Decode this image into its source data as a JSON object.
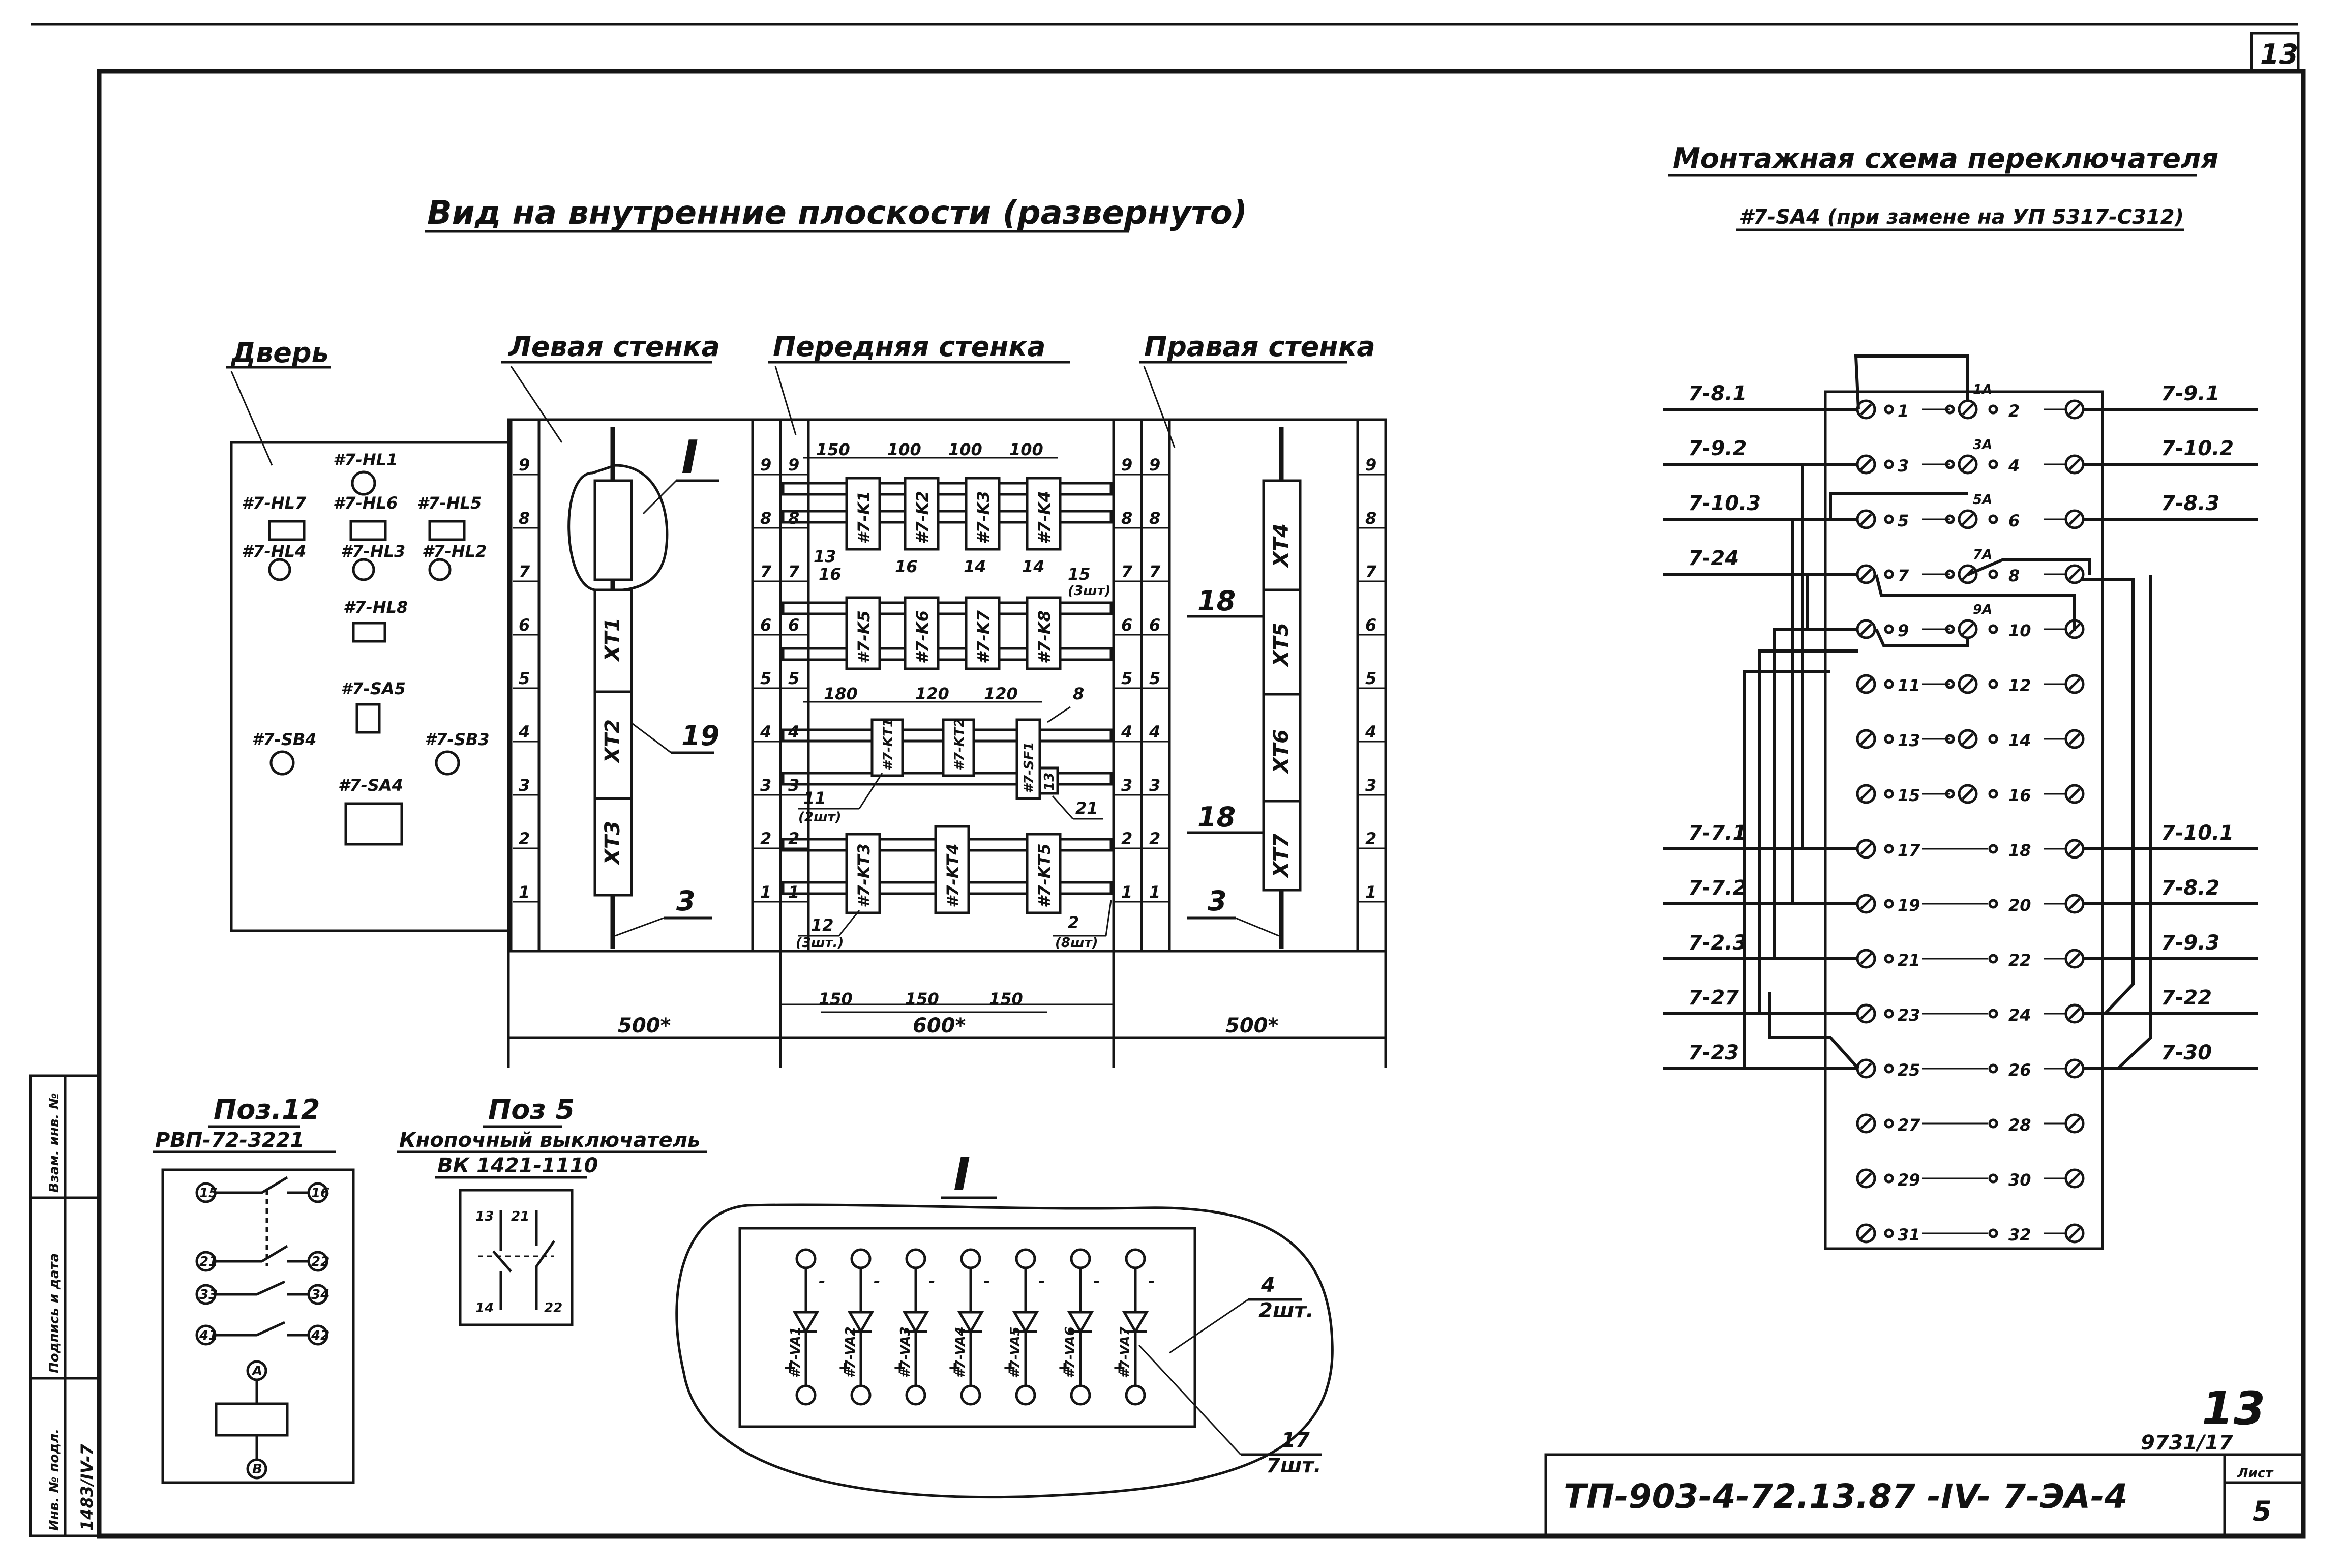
{
  "sheet": {
    "corner_number": "13",
    "document_code": "ТП-903-4-72.13.87 -IV- 7-ЭА-4",
    "page_number": "13",
    "archive_number": "9731/17",
    "list_label": "Лист",
    "list_number": "5",
    "side_stamp": {
      "inv_label": "Инв. № подл.",
      "inv_value": "1483/IV-7",
      "sign_label": "Подпись и дата",
      "vzam_label": "Взам. инв. №"
    }
  },
  "main_view": {
    "title": "Вид на внутренние плоскости (развернуто)",
    "panels": {
      "door": "Дверь",
      "left_wall": "Левая стенка",
      "front_wall": "Передняя стенка",
      "right_wall": "Правая стенка"
    },
    "door_devices": [
      {
        "id": "lamp-hl1",
        "label": "#7-HL1"
      },
      {
        "id": "lamp-hl7",
        "label": "#7-HL7"
      },
      {
        "id": "lamp-hl6",
        "label": "#7-HL6"
      },
      {
        "id": "lamp-hl5",
        "label": "#7-HL5"
      },
      {
        "id": "lamp-hl4",
        "label": "#7-HL4"
      },
      {
        "id": "lamp-hl3",
        "label": "#7-HL3"
      },
      {
        "id": "lamp-hl2",
        "label": "#7-HL2"
      },
      {
        "id": "lamp-hl8",
        "label": "#7-HL8"
      },
      {
        "id": "switch-sa5",
        "label": "#7-SA5"
      },
      {
        "id": "switch-sb4",
        "label": "#7-SB4"
      },
      {
        "id": "switch-sb3",
        "label": "#7-SB3"
      },
      {
        "id": "switch-sa4",
        "label": "#7-SA4"
      }
    ],
    "scale_marks": [
      "9",
      "8",
      "7",
      "6",
      "5",
      "4",
      "3",
      "2",
      "1"
    ],
    "left_wall_items": {
      "detail_mark": "I",
      "blocks": [
        "XT1",
        "XT2",
        "XT3"
      ],
      "pos_19": "19",
      "pos_3": "3"
    },
    "right_wall_items": {
      "blocks": [
        "XT4",
        "XT5",
        "XT6",
        "XT7"
      ],
      "pos_18a": "18",
      "pos_18b": "18",
      "pos_3": "3"
    },
    "front_relays": {
      "row1": [
        "#7-K1",
        "#7-K2",
        "#7-K3",
        "#7-K4"
      ],
      "row2": [
        "#7-K5",
        "#7-K6",
        "#7-K7",
        "#7-K8"
      ],
      "row3": [
        "#7-KT1",
        "#7-KT2",
        "#7-SF1"
      ],
      "row3_extra": "13",
      "row4": [
        "#7-KT3",
        "#7-KT4",
        "#7-KT5"
      ]
    },
    "front_dims": {
      "top": [
        "150",
        "100",
        "100",
        "100"
      ],
      "mid": [
        "180",
        "120",
        "120"
      ],
      "bottom": [
        "150",
        "150",
        "150"
      ]
    },
    "front_pos": {
      "p13": "13",
      "p16a": "16",
      "p16b": "16",
      "p14a": "14",
      "p14b": "14",
      "p15": "15",
      "p15_qty": "(3шт)",
      "p8": "8",
      "p11": "11",
      "p11_qty": "(2шт)",
      "p21": "21",
      "p12": "12",
      "p12_qty": "(3шт.)",
      "p2": "2",
      "p2_qty": "(8шт)"
    },
    "overall_dims": [
      "500*",
      "600*",
      "500*"
    ]
  },
  "pos12": {
    "title": "Поз.12",
    "subtitle": "РВП-72-3221",
    "contacts": [
      "15",
      "16",
      "21",
      "22",
      "33",
      "34",
      "41",
      "42"
    ],
    "coil": [
      "A",
      "B"
    ]
  },
  "pos5": {
    "title": "Поз 5",
    "subtitle": "Кнопочный выключатель",
    "model": "ВК 1421-1110",
    "terms": [
      "13",
      "21",
      "14",
      "22"
    ]
  },
  "detail_I": {
    "mark": "I",
    "diodes": [
      "#7-VA1",
      "#7-VA2",
      "#7-VA3",
      "#7-VA4",
      "#7-VA5",
      "#7-VA6",
      "#7-VA7"
    ],
    "plus": "+",
    "minus": "-",
    "pos4": "4",
    "pos4_qty": "2шт.",
    "pos17": "17",
    "pos17_qty": "7шт."
  },
  "wiring": {
    "title": "Монтажная схема переключателя",
    "subtitle": "#7-SA4 (при замене на УП 5317-С312)",
    "jumpers": [
      "1А",
      "3А",
      "5А",
      "7А",
      "9А"
    ],
    "terminals_left": [
      "1",
      "3",
      "5",
      "7",
      "9",
      "11",
      "13",
      "15",
      "17",
      "19",
      "21",
      "23",
      "25",
      "27",
      "29",
      "31"
    ],
    "terminals_right": [
      "2",
      "4",
      "6",
      "8",
      "10",
      "12",
      "14",
      "16",
      "18",
      "20",
      "22",
      "24",
      "26",
      "28",
      "30",
      "32"
    ],
    "wires_left": [
      "7-8.1",
      "7-9.2",
      "7-10.3",
      "7-24",
      "7-7.1",
      "7-7.2",
      "7-2.3",
      "7-27",
      "7-23"
    ],
    "wires_right": [
      "7-9.1",
      "7-10.2",
      "7-8.3",
      "7-10.1",
      "7-8.2",
      "7-9.3",
      "7-22",
      "7-30"
    ]
  }
}
